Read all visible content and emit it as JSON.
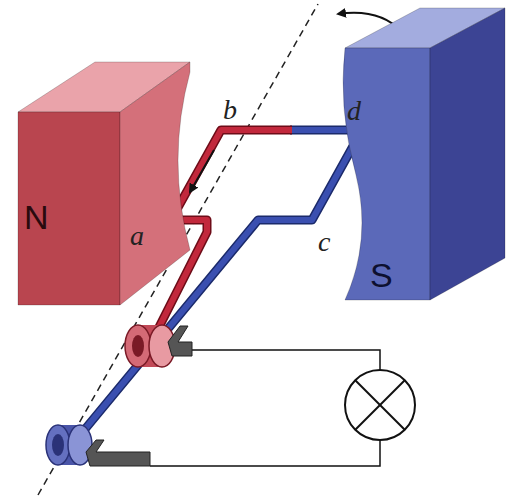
{
  "diagram": {
    "nodes": [
      {
        "text": [
          "N"
        ]
      },
      {
        "text": [
          "S"
        ]
      }
    ],
    "labels": [
      "b",
      "d",
      "a",
      "c"
    ]
  }
}
